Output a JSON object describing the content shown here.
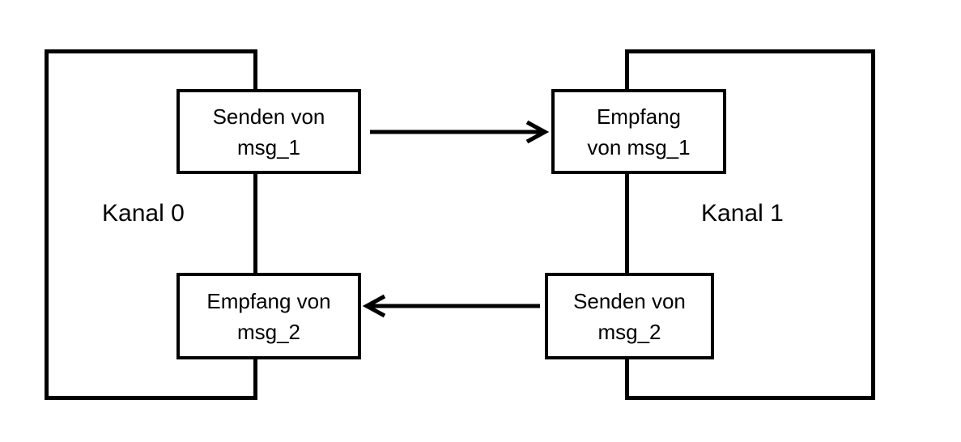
{
  "channels": {
    "left": {
      "label": "Kanal 0"
    },
    "right": {
      "label": "Kanal 1"
    }
  },
  "boxes": {
    "left_top": {
      "line1": "Senden von",
      "line2": "msg_1"
    },
    "right_top": {
      "line1": "Empfang",
      "line2": "von msg_1"
    },
    "left_bottom": {
      "line1": "Empfang von",
      "line2": "msg_2"
    },
    "right_bottom": {
      "line1": "Senden von",
      "line2": "msg_2"
    }
  },
  "colors": {
    "stroke": "#000000",
    "background": "#ffffff"
  }
}
